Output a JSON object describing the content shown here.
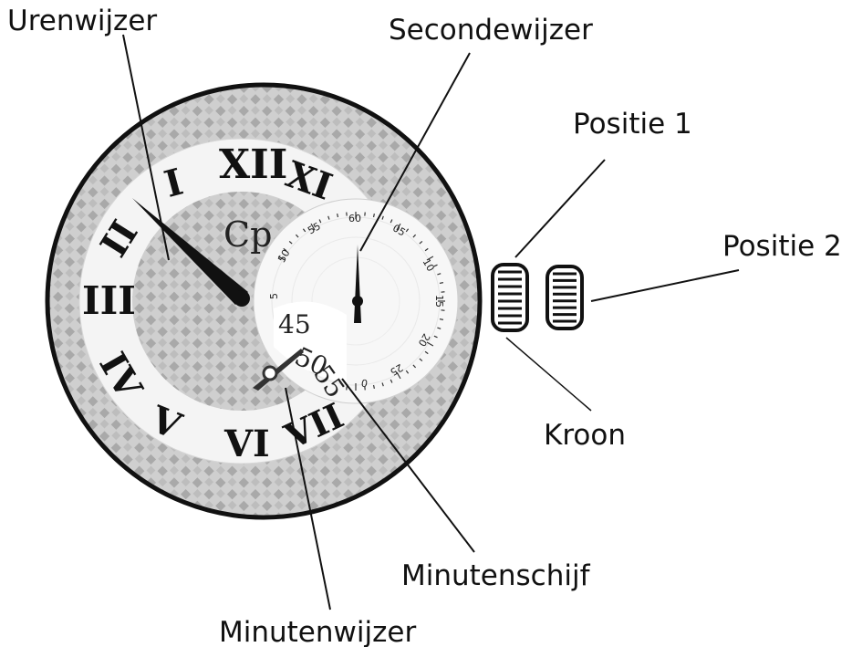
{
  "callouts": {
    "hour_hand": "Urenwijzer",
    "second_hand": "Secondewijzer",
    "position_1": "Positie 1",
    "position_2": "Positie 2",
    "crown": "Kroon",
    "minute_disc": "Minutenschijf",
    "minute_hand": "Minutenwijzer"
  },
  "dial": {
    "logo": "Cp",
    "hour_numerals": [
      "XII",
      "XI",
      "II",
      "III",
      "IV",
      "V",
      "VI",
      "VII",
      "I"
    ],
    "minute_disc_numbers": [
      "45",
      "50",
      "55"
    ],
    "seconds_labels": [
      "60",
      "05",
      "10",
      "15",
      "20",
      "25",
      "0",
      "5",
      "50",
      "55"
    ]
  },
  "colors": {
    "case_fill": "#b9b9b9",
    "ring_fill": "#f2f2f2",
    "ink": "#111111"
  }
}
